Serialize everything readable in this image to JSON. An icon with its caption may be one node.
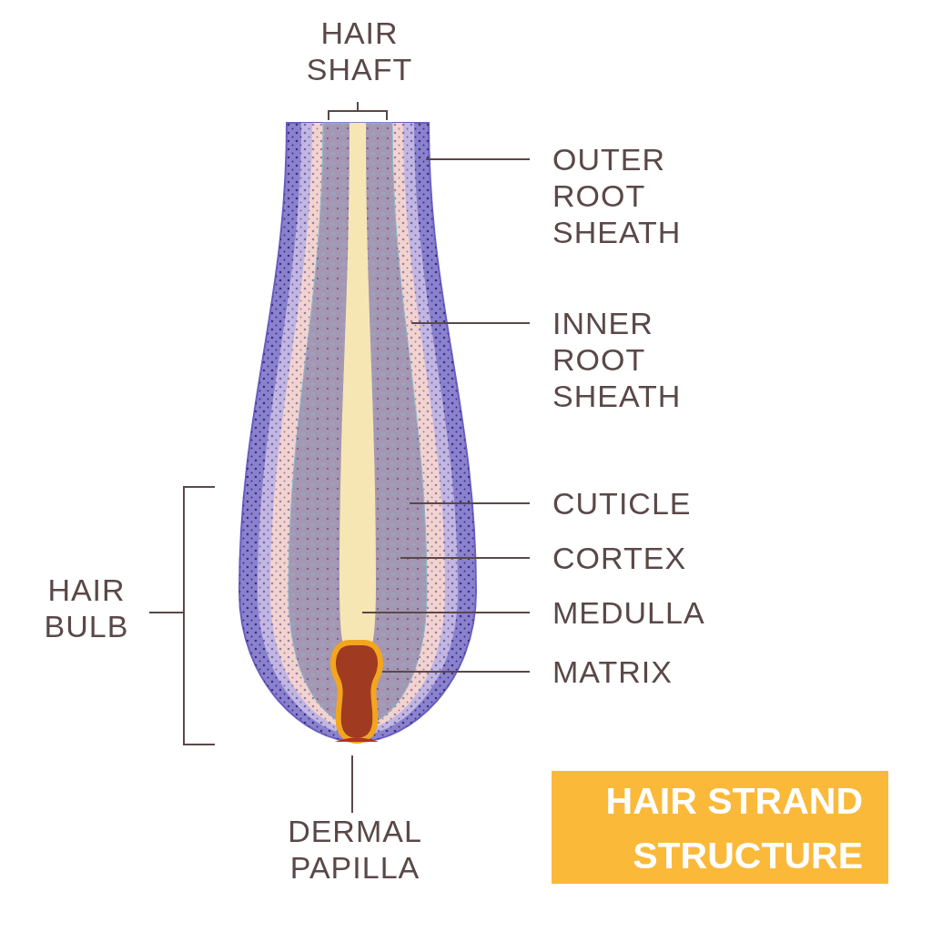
{
  "diagram": {
    "title": "HAIR STRAND STRUCTURE",
    "nodes": [
      {
        "text": [
          "OUTER ROOT SHEATH"
        ]
      },
      {
        "text": [
          "INNER ROOT SHEATH"
        ]
      },
      {
        "text": [
          "CUTICLE"
        ]
      },
      {
        "text": [
          "CORTEX"
        ]
      },
      {
        "text": [
          "MEDULLA"
        ]
      },
      {
        "text": [
          "MATRIX"
        ]
      },
      {
        "text": [
          "DERMAL PAPILLA"
        ]
      }
    ],
    "edges": [
      {
        "from": 0,
        "to": null,
        "arrow": "none"
      },
      {
        "from": 1,
        "to": null,
        "arrow": "none"
      },
      {
        "from": 2,
        "to": null,
        "arrow": "none"
      },
      {
        "from": 3,
        "to": null,
        "arrow": "none"
      },
      {
        "from": 4,
        "to": null,
        "arrow": "none"
      },
      {
        "from": 5,
        "to": null,
        "arrow": "none"
      },
      {
        "from": 6,
        "to": null,
        "arrow": "none"
      }
    ],
    "labels": [
      "HAIR SHAFT",
      "HAIR BULB"
    ]
  }
}
